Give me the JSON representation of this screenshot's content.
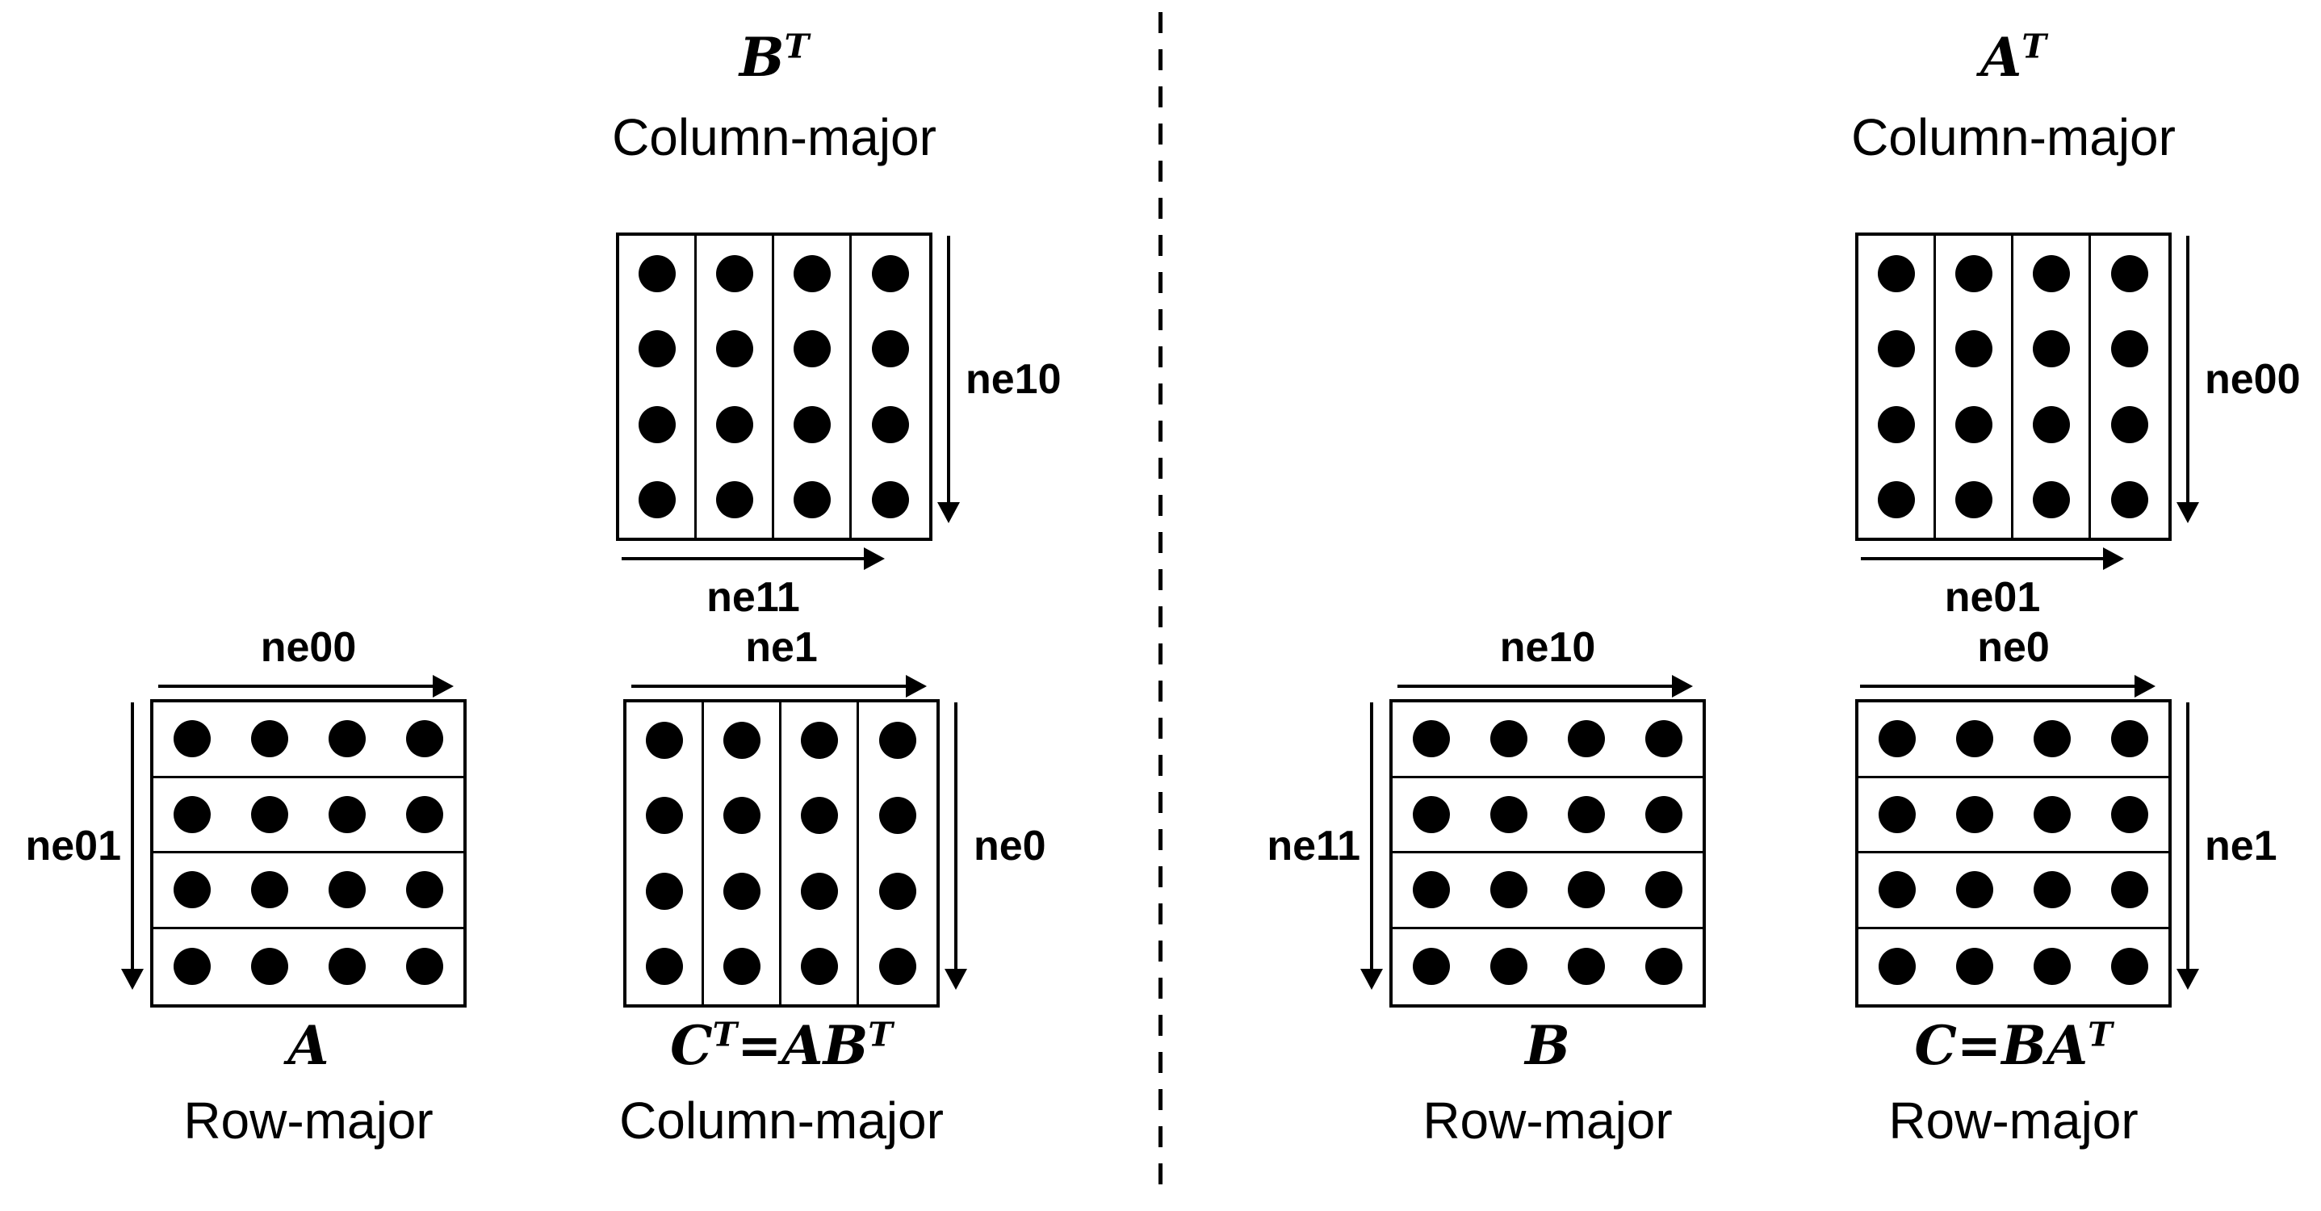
{
  "figure": {
    "grid": {
      "rows": 4,
      "cols": 4
    },
    "left": {
      "top": {
        "name": "B^T",
        "order": "Column-major",
        "orient": "cols",
        "right_arrow_label": "ne10",
        "bottom_arrow_label": "ne11"
      },
      "bottom_left": {
        "name": "A",
        "order": "Row-major",
        "orient": "rows",
        "top_arrow_label": "ne00",
        "left_arrow_label": "ne01"
      },
      "bottom_right": {
        "name": "C^T=AB^T",
        "order": "Column-major",
        "orient": "cols",
        "top_arrow_label": "ne1",
        "right_arrow_label": "ne0"
      }
    },
    "right": {
      "top": {
        "name": "A^T",
        "order": "Column-major",
        "orient": "cols",
        "right_arrow_label": "ne00",
        "bottom_arrow_label": "ne01"
      },
      "bottom_left": {
        "name": "B",
        "order": "Row-major",
        "orient": "rows",
        "top_arrow_label": "ne10",
        "left_arrow_label": "ne11"
      },
      "bottom_right": {
        "name": "C=BA^T",
        "order": "Row-major",
        "orient": "rows",
        "top_arrow_label": "ne0",
        "right_arrow_label": "ne1"
      }
    }
  }
}
